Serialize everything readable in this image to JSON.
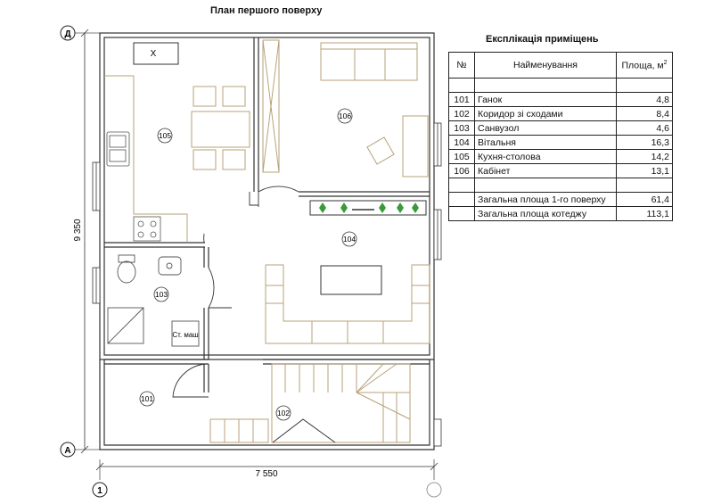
{
  "title": "План першого поверху",
  "explication": {
    "title": "Експлікація приміщень",
    "headers": {
      "number": "№",
      "name": "Найменування",
      "area": "Площа, м",
      "area_sup": "2"
    },
    "rooms": [
      {
        "number": "101",
        "name": "Ганок",
        "area": "4,8"
      },
      {
        "number": "102",
        "name": "Коридор зі сходами",
        "area": "8,4"
      },
      {
        "number": "103",
        "name": "Санвузол",
        "area": "4,6"
      },
      {
        "number": "104",
        "name": "Вітальня",
        "area": "16,3"
      },
      {
        "number": "105",
        "name": "Кухня-столова",
        "area": "14,2"
      },
      {
        "number": "106",
        "name": "Кабінет",
        "area": "13,1"
      }
    ],
    "totals": [
      {
        "name": "Загальна площа 1-го поверху",
        "area": "61,4"
      },
      {
        "name": "Загальна площа котеджу",
        "area": "113,1"
      }
    ]
  },
  "axes": {
    "top": "Д",
    "bottom": "А",
    "left": "1"
  },
  "dimensions": {
    "height": "9 350",
    "width": "7 550"
  },
  "room_labels": {
    "r101": "101",
    "r102": "102",
    "r103": "103",
    "r104": "104",
    "r105": "105",
    "r106": "106"
  },
  "fixtures": {
    "fridge": "Х",
    "washer": "Ст. маш"
  }
}
